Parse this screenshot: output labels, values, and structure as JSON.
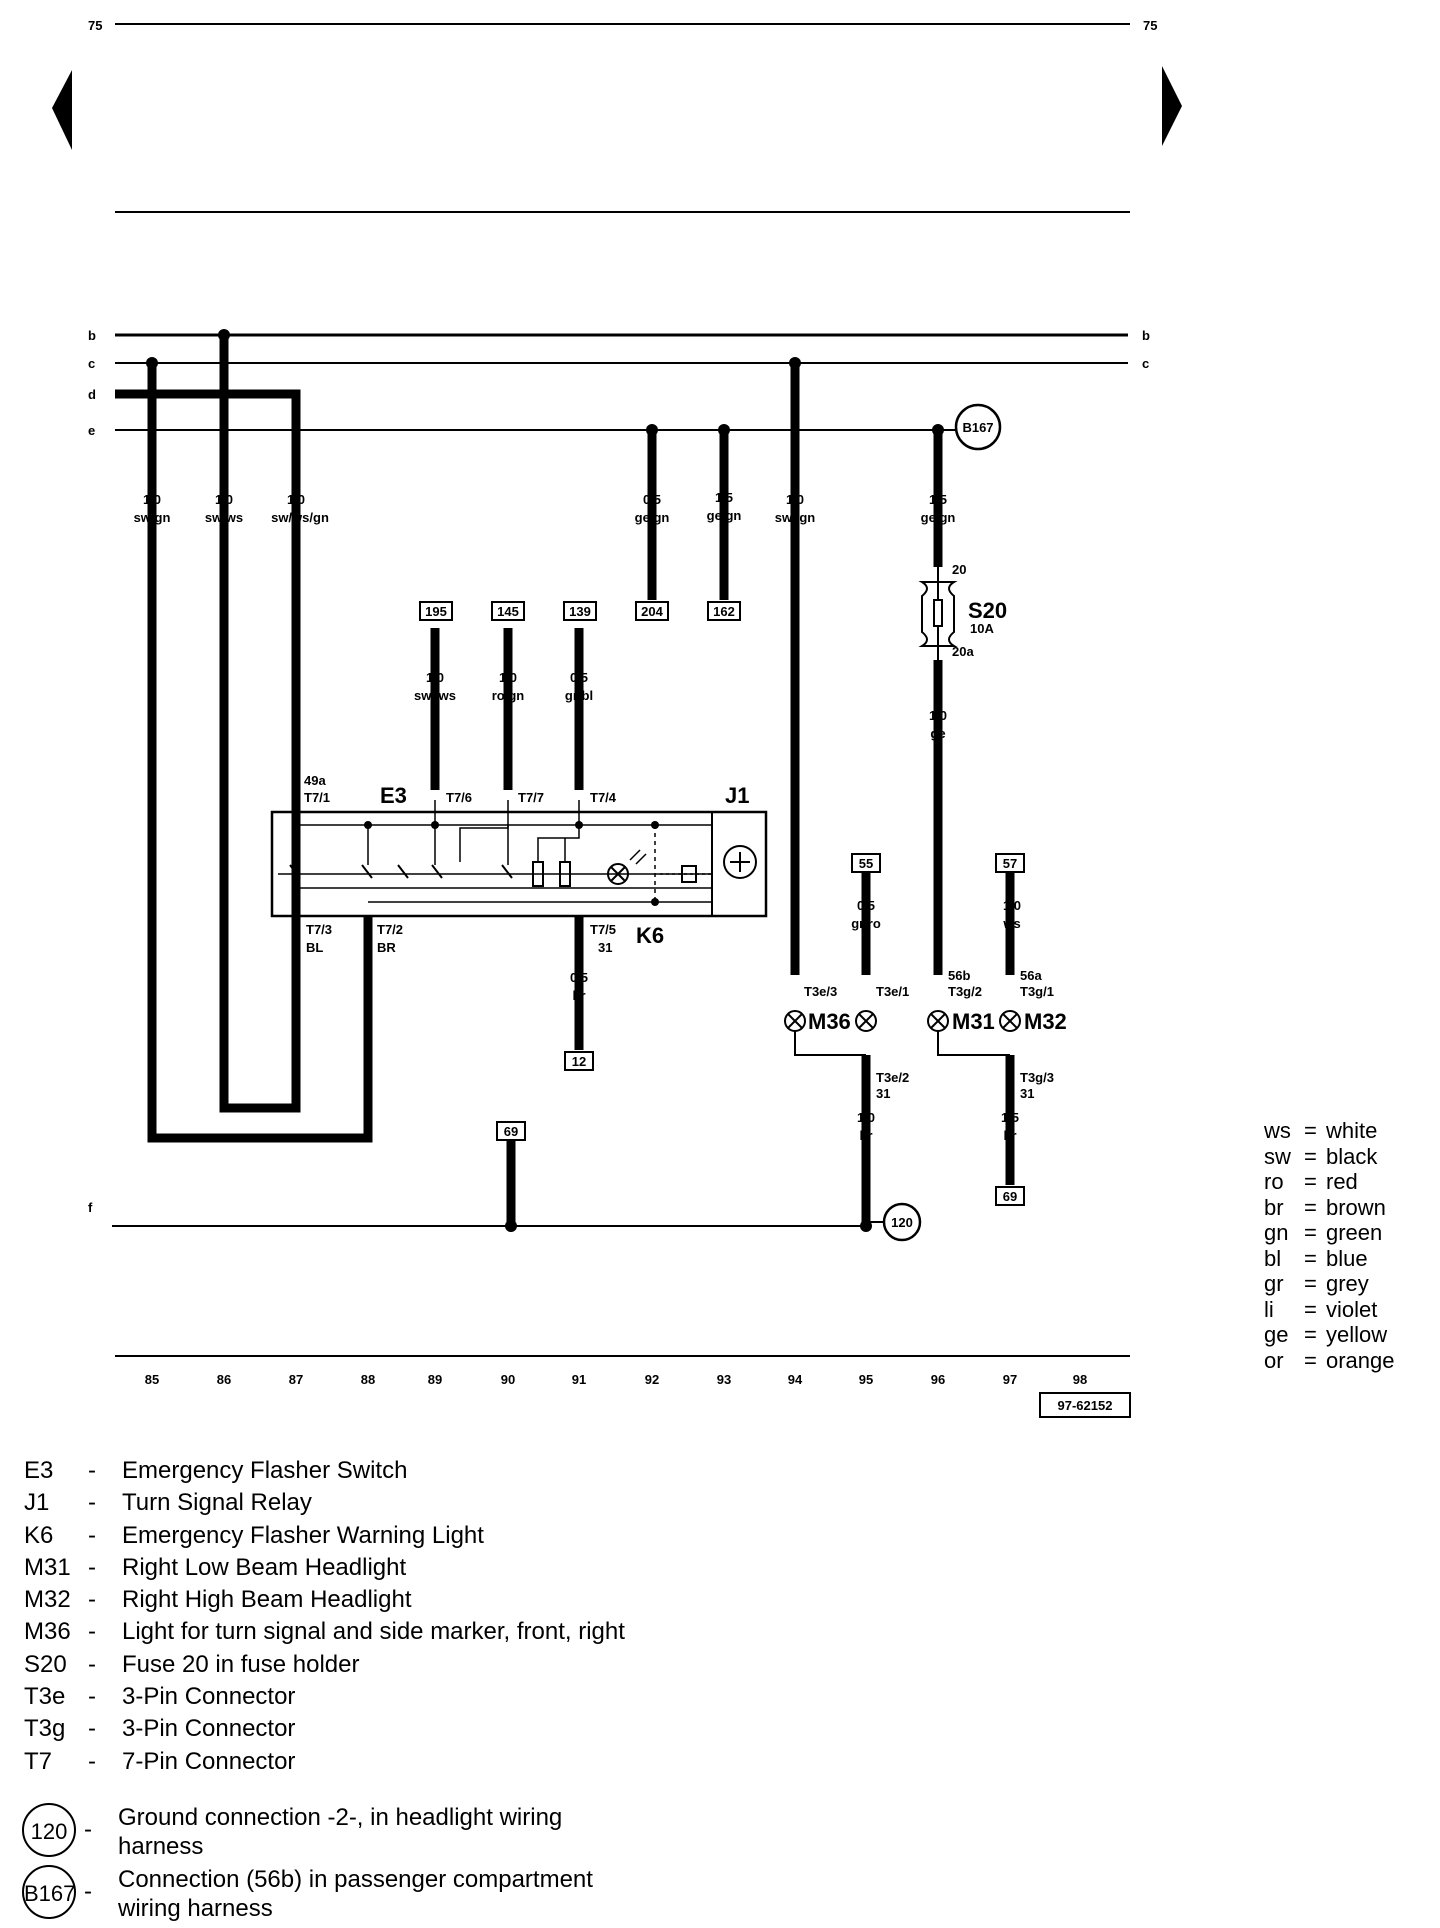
{
  "page": {
    "number_left": "75",
    "number_right": "75",
    "diagram_id": "97-62152"
  },
  "rails": {
    "b": "b",
    "c": "c",
    "d": "d",
    "e": "e",
    "f": "f"
  },
  "columns": [
    "85",
    "86",
    "87",
    "88",
    "89",
    "90",
    "91",
    "92",
    "93",
    "94",
    "95",
    "96",
    "97",
    "98"
  ],
  "wires": {
    "w85": {
      "size": "1,0",
      "color": "sw/gn"
    },
    "w86": {
      "size": "1,0",
      "color": "sw/ws"
    },
    "w87": {
      "size": "1,0",
      "color": "sw/ws/gn"
    },
    "w89": {
      "size": "1,0",
      "color": "sw /ws"
    },
    "w90": {
      "size": "1,0",
      "color": "ro/gn"
    },
    "w91": {
      "size": "0,5",
      "color": "gr/bl"
    },
    "w92": {
      "size": "0,5",
      "color": "ge/gn"
    },
    "w93": {
      "size": "1,5",
      "color": "ge/gn"
    },
    "w94": {
      "size": "1,0",
      "color": "sw /gn"
    },
    "w96top": {
      "size": "1,5",
      "color": "ge/gn"
    },
    "w96mid": {
      "size": "1,0",
      "color": "ge"
    },
    "w95top": {
      "size": "0,5",
      "color": "gr/ro"
    },
    "w97top": {
      "size": "1,0",
      "color": "ws"
    },
    "w91bot": {
      "size": "0,5",
      "color": "br"
    },
    "w95bot": {
      "size": "1,0",
      "color": "br"
    },
    "w97bot": {
      "size": "1,5",
      "color": "br"
    }
  },
  "refs": {
    "r195": "195",
    "r145": "145",
    "r139": "139",
    "r204": "204",
    "r162": "162",
    "r55": "55",
    "r57": "57",
    "r12": "12",
    "r69a": "69",
    "r69b": "69"
  },
  "grounds": {
    "g120": "120",
    "b167": "B167"
  },
  "pins": {
    "t71": "T7/1",
    "t71top": "49a",
    "t76": "T7/6",
    "t77": "T7/7",
    "t74": "T7/4",
    "t73": "T7/3",
    "t73b": "BL",
    "t72": "T7/2",
    "t72b": "BR",
    "t75": "T7/5",
    "t75b": "31",
    "t3e3": "T3e/3",
    "t3e1": "T3e/1",
    "t3e2": "T3e/2",
    "t3e2b": "31",
    "t3g2": "T3g/2",
    "t3g2top": "56b",
    "t3g1": "T3g/1",
    "t3g1top": "56a",
    "t3g3": "T3g/3",
    "t3g3b": "31",
    "s20top": "20",
    "s20bot": "20a"
  },
  "components": {
    "e3": "E3",
    "j1": "J1",
    "k6": "K6",
    "m36": "M36",
    "m31": "M31",
    "m32": "M32",
    "s20": "S20",
    "s20rating": "10A"
  },
  "color_codes": [
    {
      "code": "ws",
      "name": "white"
    },
    {
      "code": "sw",
      "name": "black"
    },
    {
      "code": "ro",
      "name": "red"
    },
    {
      "code": "br",
      "name": "brown"
    },
    {
      "code": "gn",
      "name": "green"
    },
    {
      "code": "bl",
      "name": "blue"
    },
    {
      "code": "gr",
      "name": "grey"
    },
    {
      "code": "li",
      "name": "violet"
    },
    {
      "code": "ge",
      "name": "yellow"
    },
    {
      "code": "or",
      "name": "orange"
    }
  ],
  "legend": [
    {
      "code": "E3",
      "desc": "Emergency Flasher Switch"
    },
    {
      "code": "J1",
      "desc": "Turn Signal Relay"
    },
    {
      "code": "K6",
      "desc": "Emergency Flasher Warning Light"
    },
    {
      "code": "M31",
      "desc": "Right Low Beam Headlight"
    },
    {
      "code": "M32",
      "desc": "Right High Beam Headlight"
    },
    {
      "code": "M36",
      "desc": "Light for turn signal and side marker, front, right"
    },
    {
      "code": "S20",
      "desc": "Fuse 20 in fuse holder"
    },
    {
      "code": "T3e",
      "desc": "3-Pin Connector"
    },
    {
      "code": "T3g",
      "desc": "3-Pin Connector"
    },
    {
      "code": "T7",
      "desc": "7-Pin Connector"
    }
  ],
  "legend_circles": [
    {
      "code": "120",
      "line1": "Ground connection -2-, in headlight wiring",
      "line2": "harness"
    },
    {
      "code": "B167",
      "line1": "Connection (56b) in passenger compartment",
      "line2": "wiring harness"
    }
  ]
}
